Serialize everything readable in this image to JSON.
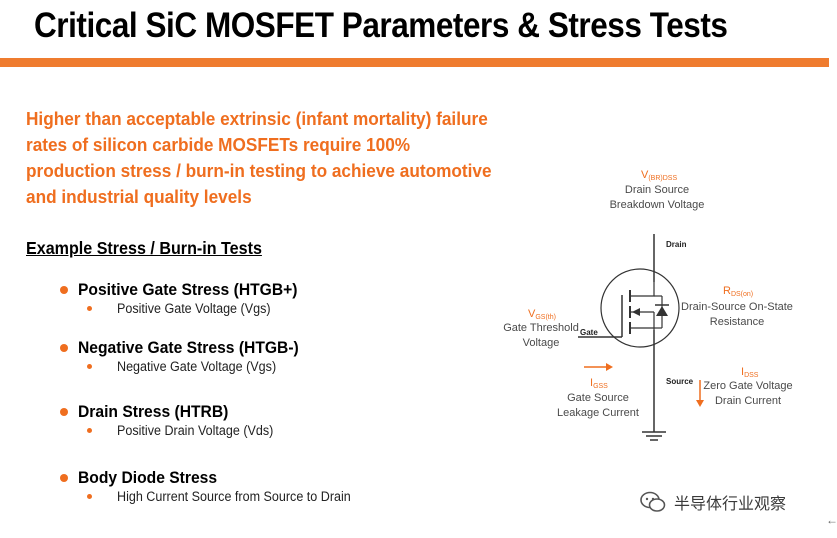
{
  "title": "Critical SiC MOSFET Parameters & Stress Tests",
  "intro": {
    "lines": [
      "Higher than acceptable extrinsic (infant mortality) failure",
      "rates of silicon carbide MOSFETs require 100%",
      "production stress / burn-in testing to achieve automotive",
      "and industrial quality levels"
    ]
  },
  "section_heading": "Example Stress / Burn-in Tests",
  "tests": [
    {
      "name": "Positive Gate Stress (HTGB+)",
      "detail": "Positive Gate Voltage (Vgs)"
    },
    {
      "name": "Negative Gate Stress (HTGB-)",
      "detail": "Negative Gate Voltage (Vgs)"
    },
    {
      "name": "Drain Stress (HTRB)",
      "detail": "Positive Drain Voltage (Vds)"
    },
    {
      "name": "Body Diode Stress",
      "detail": "High Current Source from Source to Drain"
    }
  ],
  "diagram": {
    "terminals": {
      "drain": "Drain",
      "gate": "Gate",
      "source": "Source"
    },
    "vbr": {
      "symbol": "V",
      "sub": "(BR)DSS",
      "line1": "Drain Source",
      "line2": "Breakdown Voltage"
    },
    "rds": {
      "symbol": "R",
      "sub": "DS(on)",
      "line1": "Drain-Source On-State",
      "line2": "Resistance"
    },
    "vgs": {
      "symbol": "V",
      "sub": "GS(th)",
      "line1": "Gate Threshold",
      "line2": "Voltage"
    },
    "igss": {
      "symbol": "I",
      "sub": "GSS",
      "line1": "Gate Source",
      "line2": "Leakage Current"
    },
    "idss": {
      "symbol": "I",
      "sub": "DSS",
      "line1": "Zero Gate Voltage",
      "line2": "Drain Current"
    }
  },
  "watermark": "半导体行业观察",
  "colors": {
    "accent": "#ef6e1f",
    "rule": "#ef7c2f"
  }
}
